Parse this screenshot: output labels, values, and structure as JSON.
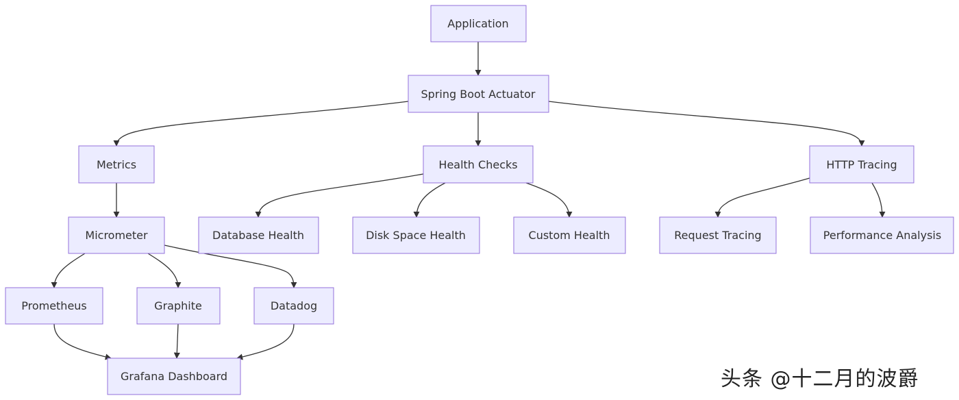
{
  "nodes": {
    "application": "Application",
    "spring_boot_actuator": "Spring Boot Actuator",
    "metrics": "Metrics",
    "health_checks": "Health Checks",
    "http_tracing": "HTTP Tracing",
    "micrometer": "Micrometer",
    "database_health": "Database Health",
    "disk_space_health": "Disk Space Health",
    "custom_health": "Custom Health",
    "request_tracing": "Request Tracing",
    "performance_analysis": "Performance Analysis",
    "prometheus": "Prometheus",
    "graphite": "Graphite",
    "datadog": "Datadog",
    "grafana_dashboard": "Grafana Dashboard"
  },
  "edges": [
    [
      "application",
      "spring_boot_actuator"
    ],
    [
      "spring_boot_actuator",
      "metrics"
    ],
    [
      "spring_boot_actuator",
      "health_checks"
    ],
    [
      "spring_boot_actuator",
      "http_tracing"
    ],
    [
      "metrics",
      "micrometer"
    ],
    [
      "health_checks",
      "database_health"
    ],
    [
      "health_checks",
      "disk_space_health"
    ],
    [
      "health_checks",
      "custom_health"
    ],
    [
      "http_tracing",
      "request_tracing"
    ],
    [
      "http_tracing",
      "performance_analysis"
    ],
    [
      "micrometer",
      "prometheus"
    ],
    [
      "micrometer",
      "graphite"
    ],
    [
      "micrometer",
      "datadog"
    ],
    [
      "prometheus",
      "grafana_dashboard"
    ],
    [
      "graphite",
      "grafana_dashboard"
    ],
    [
      "datadog",
      "grafana_dashboard"
    ]
  ],
  "watermark": "头条 @十二月的波爵",
  "colors": {
    "node_fill": "#ececff",
    "node_border": "#9370db",
    "edge": "#333333",
    "text": "#333333"
  }
}
